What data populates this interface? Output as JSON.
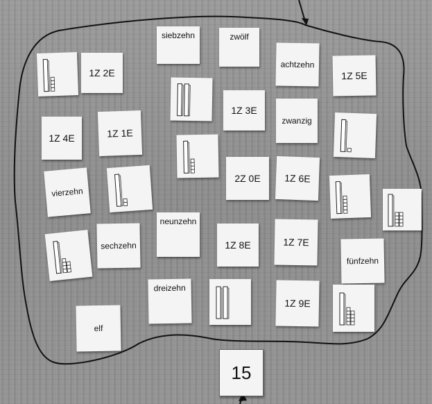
{
  "scene": {
    "background_color": "#8f8f8f",
    "card_color": "#f4f4f4",
    "outline_color": "#111111"
  },
  "cards": {
    "siebzehn": "siebzehn",
    "zwoelf": "zwölf",
    "achtzehn": "achtzehn",
    "code_1z5e": "1Z 5E",
    "code_1z2e": "1Z 2E",
    "code_1z3e": "1Z 3E",
    "zwanzig": "zwanzig",
    "code_1z4e": "1Z 4E",
    "code_1z1e": "1Z 1E",
    "code_2z0e": "2Z 0E",
    "code_1z6e": "1Z 6E",
    "vierzehn": "vierzehn",
    "neunzehn": "neunzehn",
    "sechzehn": "sechzehn",
    "code_1z8e": "1Z 8E",
    "code_1z7e": "1Z 7E",
    "fuenfzehn": "fünfzehn",
    "dreizehn": "dreizehn",
    "code_1z9e": "1Z 9E",
    "elf": "elf",
    "target_number": "15"
  },
  "block_cards": [
    {
      "id": "blocks-1z4e",
      "tens": 1,
      "ones": 4
    },
    {
      "id": "blocks-2z0e-a",
      "tens": 2,
      "ones": 0
    },
    {
      "id": "blocks-1z4e-b",
      "tens": 1,
      "ones": 4
    },
    {
      "id": "blocks-1z1e",
      "tens": 1,
      "ones": 1
    },
    {
      "id": "blocks-1z5e",
      "tens": 1,
      "ones": 5
    },
    {
      "id": "blocks-1z2e",
      "tens": 1,
      "ones": 2
    },
    {
      "id": "blocks-1z7e",
      "tens": 1,
      "ones": 7
    },
    {
      "id": "blocks-1z8e",
      "tens": 1,
      "ones": 8
    },
    {
      "id": "blocks-2z0e-b",
      "tens": 2,
      "ones": 0
    },
    {
      "id": "blocks-1z9e",
      "tens": 1,
      "ones": 9
    }
  ]
}
